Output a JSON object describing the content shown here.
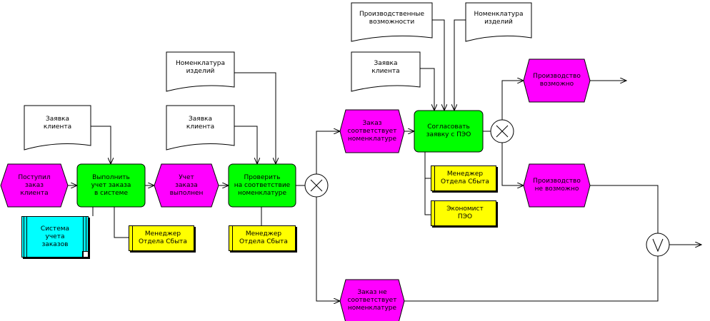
{
  "colors": {
    "event": "#ff00ff",
    "function": "#00ff00",
    "role": "#ffff00",
    "system": "#00ffff",
    "document": "#ffffff",
    "line": "#000000"
  },
  "events": {
    "order_received": "Поступил\nзаказ\nклиента",
    "order_recorded": "Учет\nзаказа\nвыполнен",
    "order_matches": "Заказ\nсоответствует\nноменклатуре",
    "order_not_matches": "Заказ не\nсоответствует\nноменклатуре",
    "production_possible": "Производство\nвозможно",
    "production_impossible": "Производство\nне возможно"
  },
  "functions": {
    "record_order": "Выполнить\nучет заказа\nв системе",
    "check_nomenclature": "Проверить\nна соответствие\nноменклатуре",
    "agree_order": "Согласовать\nзаявку с ПЭО"
  },
  "documents": {
    "client_request_1": "Заявка\nклиента",
    "client_request_2": "Заявка\nклиента",
    "client_request_3": "Заявка\nклиента",
    "nomenclature_1": "Номенклатура\nизделий",
    "nomenclature_2": "Номенклатура\nизделий",
    "production_capabilities": "Производственные\nвозможности"
  },
  "roles": {
    "sales_manager_1": "Менеджер\nОтдела Сбыта",
    "sales_manager_2": "Менеджер\nОтдела Сбыта",
    "sales_manager_3": "Менеджер\nОтдела Сбыта",
    "economist": "Экономист\nПЭО"
  },
  "systems": {
    "order_system": "Система\nучета\nзаказов"
  },
  "connectors": {
    "xor_1": "XOR",
    "xor_2": "XOR",
    "or_1": "OR"
  }
}
